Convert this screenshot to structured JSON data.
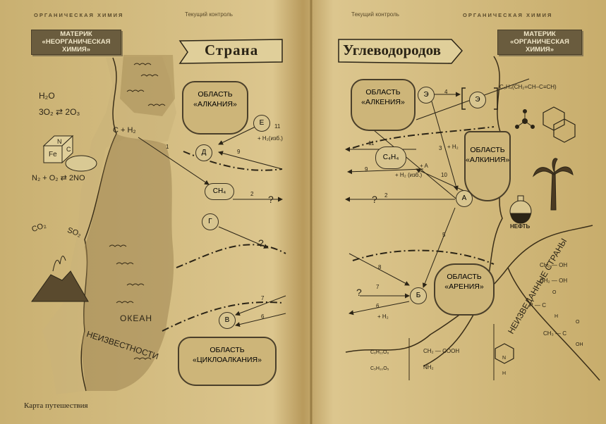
{
  "header": {
    "left_title": "ОРГАНИЧЕСКАЯ ХИМИЯ",
    "left_section": "Текущий контроль",
    "right_section": "Текущий контроль",
    "right_title": "ОРГАНИЧЕСКАЯ ХИМИЯ"
  },
  "banner": {
    "left": "Страна",
    "right": "Углеводородов"
  },
  "continents": {
    "left": [
      "МАТЕРИК",
      "«НЕОРГАНИЧЕСКАЯ",
      "ХИМИЯ»"
    ],
    "right": [
      "МАТЕРИК",
      "«ОРГАНИЧЕСКАЯ",
      "ХИМИЯ»"
    ]
  },
  "regions": {
    "alkanes": [
      "ОБЛАСТЬ",
      "«АЛКАНИЯ»"
    ],
    "alkenes": [
      "ОБЛАСТЬ",
      "«АЛКЕНИЯ»"
    ],
    "alkynes": [
      "ОБЛАСТЬ",
      "«АЛКИНИЯ»"
    ],
    "arenes": [
      "ОБЛАСТЬ",
      "«АРЕНИЯ»"
    ],
    "cycloalkanes": [
      "ОБЛАСТЬ",
      "«ЦИКЛОАЛКАНИЯ»"
    ]
  },
  "ocean": [
    "ОКЕАН",
    "НЕИЗВЕСТНОСТИ"
  ],
  "unknown_countries": "НЕИЗВЕДАННЫЕ СТРАНЫ",
  "nodes": {
    "D": "Д",
    "E": "Е",
    "G": "Г",
    "V": "В",
    "A": "А",
    "B": "Б",
    "E2": "Э",
    "En": "Э"
  },
  "formulas": {
    "h2o": "H₂O",
    "o3": "3O₂ ⇄ 2O₃",
    "c_h2": "C + H₂",
    "ch4": "CH₄",
    "c4h4": "C₄H₄",
    "n2": "N₂ + O₂ ⇄ 2NO",
    "co2": "CO₂",
    "so2": "SO₂",
    "h2_izb": "+ H₂(изб.)",
    "h2_izb2": "+ H₂ (изб.)",
    "plus_h2": "+ H₂",
    "plus_a": "+ A",
    "plus_h2_b": "+ H₂",
    "vinylacetylene": "C₆H₄(CH₂=CH–C≡CH)",
    "c6h12o6": "C₆H₁₂O₆",
    "c5h10o5": "C₅H₁₀O₅",
    "aminoacid1": "CH₂ — COOH",
    "aminoacid2": "NH₂",
    "diol1": "CH₂ — OH",
    "diol2": "CH₂ — OH",
    "aldehyde_r": "R — C",
    "aldehyde_o": "O",
    "aldehyde_h": "H",
    "acetic": "CH₃ — C",
    "acetic_o": "O",
    "acetic_oh": "OH",
    "pyridine_n": "N",
    "pyridine_h": "H",
    "fe": "Fe",
    "c": "C",
    "n": "N",
    "q": "?",
    "neft": "НЕФТЬ"
  },
  "arrows": [
    "1",
    "2",
    "3",
    "4",
    "5",
    "6",
    "7",
    "8",
    "9",
    "10",
    "11"
  ],
  "footer": "Карта путешествия",
  "colors": {
    "page": "#d6bf85",
    "page_dark": "#c4a96b",
    "land": "#b89d62",
    "ink": "#2b2416",
    "plaque": "#6a5c3e"
  }
}
